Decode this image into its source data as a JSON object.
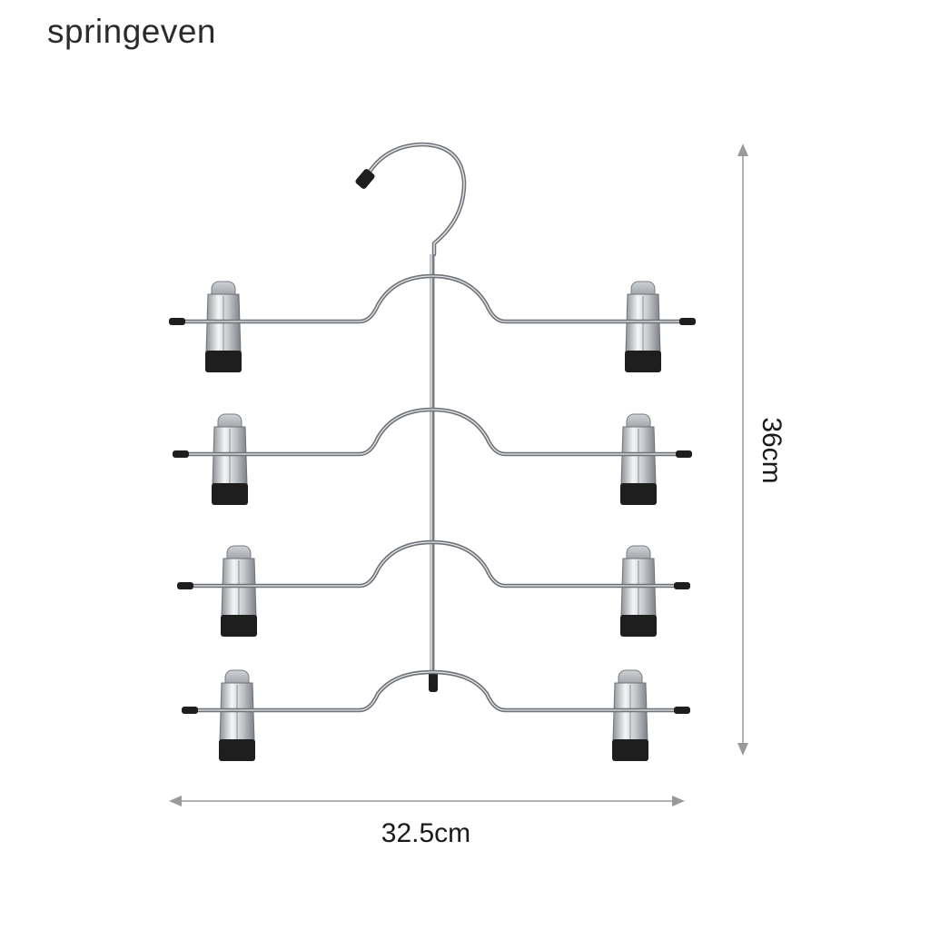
{
  "brand": {
    "name": "springeven"
  },
  "dimensions": {
    "width_label": "32.5cm",
    "height_label": "36cm"
  },
  "product": {
    "tiers": 4,
    "clips_per_tier": 2
  },
  "colors": {
    "background": "#ffffff",
    "text": "#1a1a1a",
    "dimension_line": "#9a9a9a",
    "chrome": "#a9acb0",
    "clip_pad": "#1e1e1e"
  }
}
